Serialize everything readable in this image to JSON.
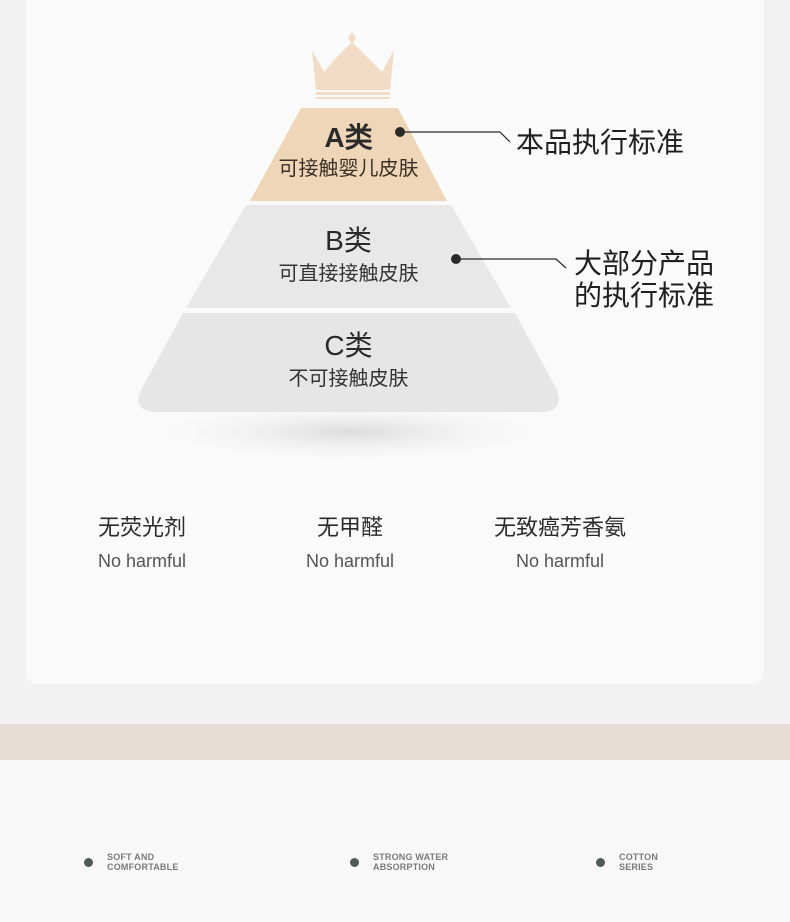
{
  "pyramid": {
    "tiers": [
      {
        "title": "A类",
        "subtitle": "可接触婴儿皮肤"
      },
      {
        "title": "B类",
        "subtitle": "可直接接触皮肤"
      },
      {
        "title": "C类",
        "subtitle": "不可接触皮肤"
      }
    ],
    "callouts": [
      {
        "text": "本品执行标准"
      },
      {
        "line1": "大部分产品",
        "line2": "的执行标准"
      }
    ]
  },
  "features": [
    {
      "cn": "无荧光剂",
      "en": "No harmful"
    },
    {
      "cn": "无甲醛",
      "en": "No harmful"
    },
    {
      "cn": "无致癌芳香氨",
      "en": "No harmful"
    }
  ],
  "tags": [
    {
      "line1": "SOFT AND",
      "line2": "COMFORTABLE"
    },
    {
      "line1": "STRONG WATER",
      "line2": "ABSORPTION"
    },
    {
      "line1": "COTTON",
      "line2": "SERIES"
    }
  ],
  "colors": {
    "tierA": "#f0d6b8",
    "tierB": "#e8e8e8",
    "tierC": "#e6e6e6",
    "crown": "#f2dcc6",
    "band": "#e8ddd6",
    "dot": "#505a58"
  }
}
